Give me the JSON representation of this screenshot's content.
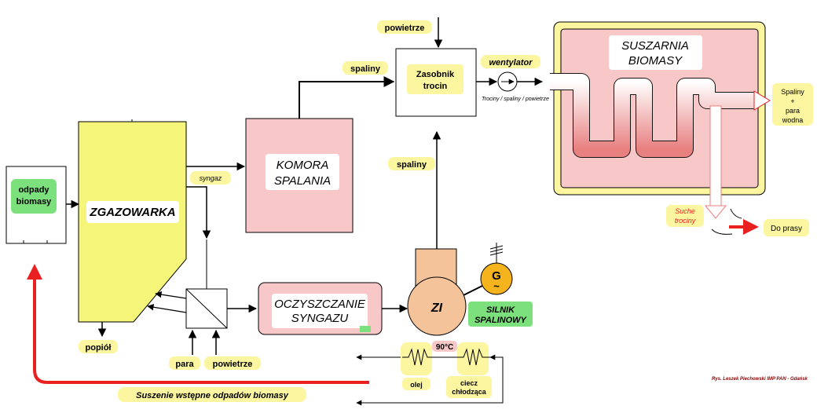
{
  "blocks": {
    "odpady": [
      "odpady",
      "biomasy"
    ],
    "zgazowarka": "ZGAZOWARKA",
    "komora": [
      "KOMORA",
      "SPALANIA"
    ],
    "oczyszczanie": [
      "OCZYSZCZANIE",
      "SYNGAZU"
    ],
    "zasobnik": [
      "Zasobnik",
      "trocin"
    ],
    "suszarnia": [
      "SUSZARNIA",
      "BIOMASY"
    ],
    "silnik": [
      "SILNIK",
      "SPALINOWY"
    ],
    "engine": "ZI",
    "generator": [
      "G",
      "~"
    ]
  },
  "labels": {
    "powietrze_top": "powietrze",
    "spaliny_top": "spaliny",
    "spaliny_mid": "spaliny",
    "wentylator": "wentylator",
    "trociny_flow": "Trociny / spaliny / powietrze",
    "syngaz": "syngaz",
    "popiol": "popiół",
    "para": "para",
    "powietrze_bottom": "powietrze",
    "temp": "90°C",
    "olej": "olej",
    "ciecz": [
      "ciecz",
      "chłodząca"
    ],
    "suche": [
      "Suche",
      "trociny"
    ],
    "do_prasy": "Do prasy",
    "exhaust": [
      "Spaliny",
      "+",
      "para",
      "wodna"
    ],
    "suszenie": "Suszenie wstępne odpadów biomasy",
    "credit": "Rys. Leszek Piechowski IMP PAN - Gdańsk"
  },
  "colors": {
    "yellow": "#f5f579",
    "pink": "#f8c8c8",
    "lightyellow": "#fcf6a0",
    "green": "#7ce07c",
    "peach": "#f5c39a",
    "orange": "#f5b41e",
    "red": "#e82020"
  }
}
